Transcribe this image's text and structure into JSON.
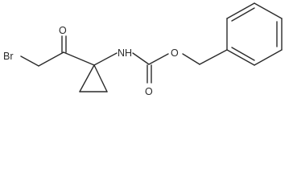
{
  "molecule": {
    "atoms": {
      "bromine": "Br",
      "ketone_oxygen": "O",
      "amine": "NH",
      "carbonyl_oxygen": "O",
      "ester_oxygen": "O"
    }
  }
}
